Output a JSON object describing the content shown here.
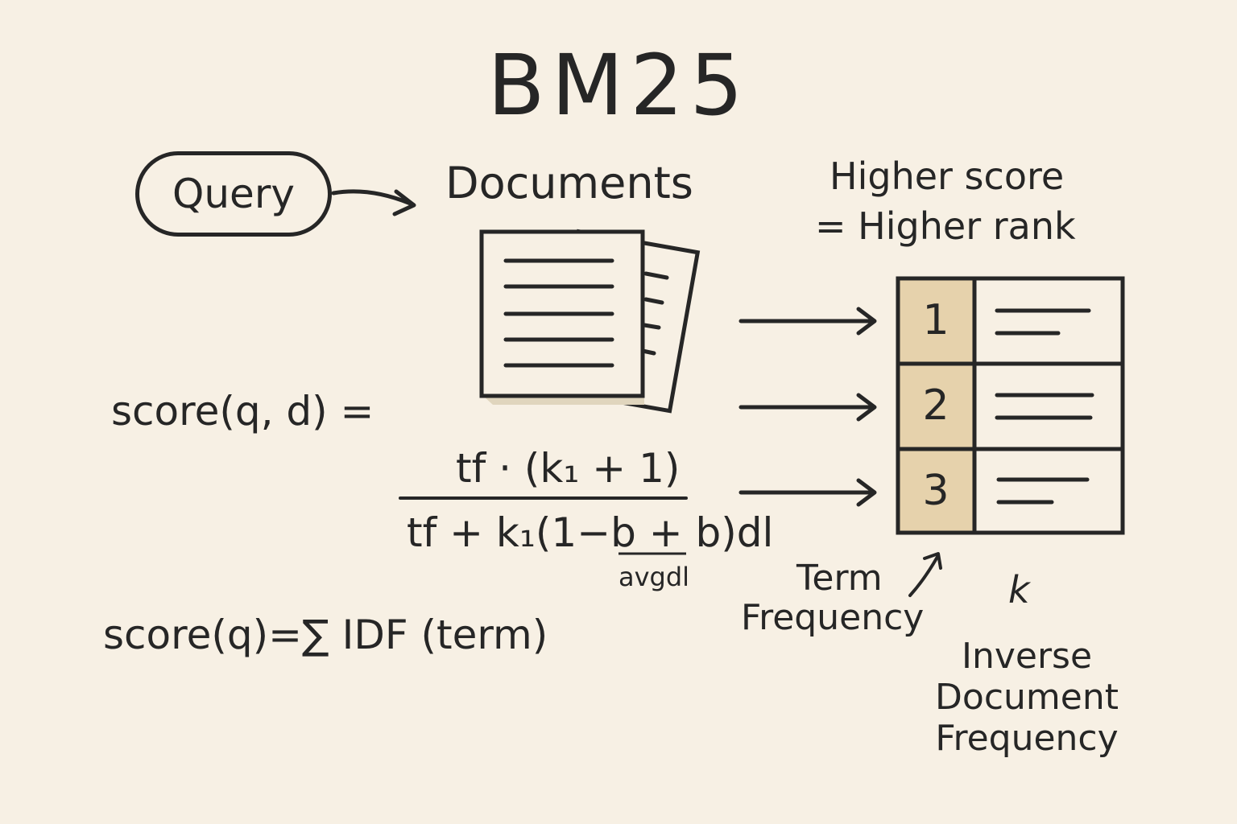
{
  "title": "BM25",
  "query": {
    "label": "Query"
  },
  "documents": {
    "label": "Documents"
  },
  "ranking_note": {
    "line1": "Higher score",
    "line2": "= Higher rank"
  },
  "formula": {
    "score_qd": "score(q, d) =",
    "numerator": "tf · (k₁ + 1)",
    "denominator": "tf + k₁(1−b + b)dl",
    "denominator_sub": "avgdl",
    "score_q": "score(q)=∑ IDF (term)"
  },
  "ranking_table": {
    "ranks": [
      "1",
      "2",
      "3"
    ],
    "rank_fill": "#e6d2ac"
  },
  "labels": {
    "term_line1": "Term",
    "term_line2": "Frequency",
    "k": "k",
    "idf": "Inverse Document Frequency"
  },
  "colors": {
    "background": "#f7f0e4",
    "ink": "#262626",
    "page_shadow": "#e0d5bd"
  }
}
